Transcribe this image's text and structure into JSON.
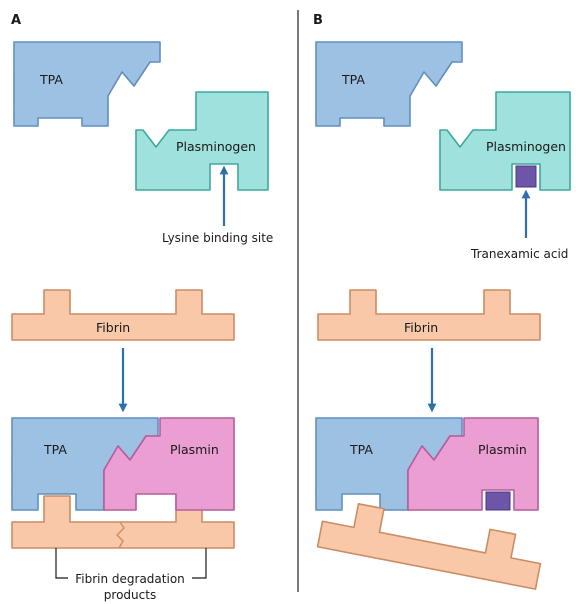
{
  "panels": [
    {
      "letter": "A"
    },
    {
      "letter": "B"
    }
  ],
  "labels": {
    "tpa": "TPA",
    "plasminogen": "Plasminogen",
    "fibrin": "Fibrin",
    "plasmin": "Plasmin",
    "lysine_binding_site": "Lysine binding site",
    "tranexamic_acid": "Tranexamic acid",
    "fibrin_degradation_line1": "Fibrin degradation",
    "fibrin_degradation_line2": "products"
  },
  "colors": {
    "tpa_fill": "#9dc1e3",
    "tpa_stroke": "#5f8fbf",
    "plasminogen_fill": "#9fe1dc",
    "plasminogen_stroke": "#3ea89f",
    "fibrin_fill": "#f8c8a8",
    "fibrin_stroke": "#cc8d64",
    "plasmin_fill": "#eb9ed2",
    "plasmin_stroke": "#b65d9d",
    "tranexamic_fill": "#6d55a8",
    "arrow": "#2f6fad",
    "divider": "#222222"
  }
}
